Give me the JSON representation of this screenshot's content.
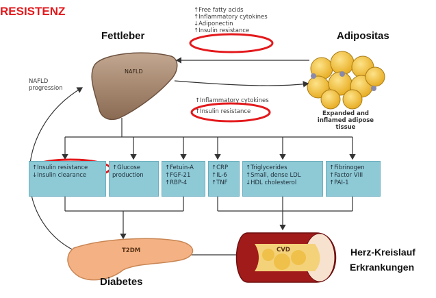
{
  "title": "RESISTENZ",
  "labels": {
    "liver": "Fettleber",
    "obesity": "Adipositas",
    "diabetes": "Diabetes",
    "cvd_line1": "Herz-Kreislauf",
    "cvd_line2": "Erkrankungen"
  },
  "diagram": {
    "liver_tag": "NAFLD",
    "top_factors": [
      "↑Free fatty acids",
      "↑Inflammatory cytokines",
      "↓Adiponectin",
      "↑Insulin resistance"
    ],
    "mid_factors": [
      "↑Inflammatory cytokines",
      "↑Insulin resistance"
    ],
    "nafld_progression": [
      "NAFLD",
      "progression"
    ],
    "adipose_caption": [
      "Expanded and",
      "inflamed adipose",
      "tissue"
    ],
    "boxes": [
      [
        "↑Insulin resistance",
        "↓Insulin clearance"
      ],
      [
        "↑Glucose",
        "production"
      ],
      [
        "↑Fetuin-A",
        "↑FGF-21",
        "↑RBP-4"
      ],
      [
        "↑CRP",
        "↑IL-6",
        "↑TNF"
      ],
      [
        "↑Triglycerides",
        "↑Small, dense LDL",
        "↓HDL cholesterol"
      ],
      [
        "↑Fibrinogen",
        "↑Factor VIII",
        "↑PAI-1"
      ]
    ],
    "pancreas_tag": "T2DM",
    "vessel_tag": "CVD"
  },
  "colors": {
    "title": "#e3191c",
    "highlight_ring": "#e3191c",
    "box_fill": "#8ec9d6",
    "liver": "#a8886e",
    "adipocyte": "#f1c232",
    "pancreas": "#f4b183",
    "vessel": "#a11b1b"
  }
}
